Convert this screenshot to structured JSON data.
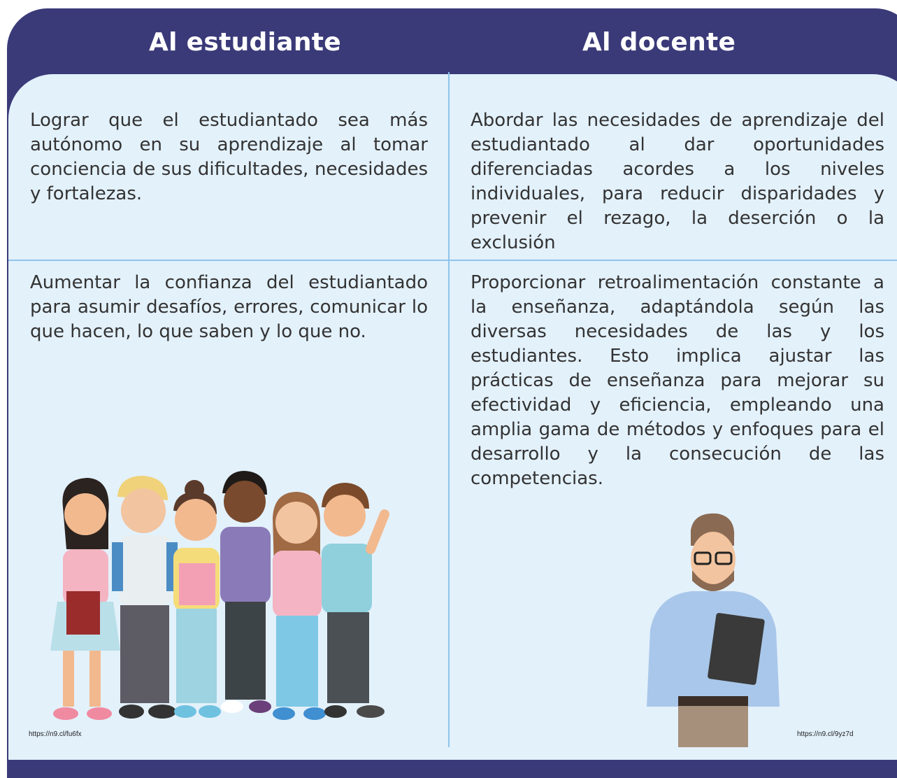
{
  "header": {
    "left_title": "Al estudiante",
    "right_title": "Al docente"
  },
  "cells": {
    "student_1": "Lograr que el estudiantado sea más autónomo en su aprendizaje al tomar conciencia de sus dificultades, necesidades y fortalezas.",
    "teacher_1": "Abordar las necesidades de aprendizaje del estudiantado al dar oportunidades diferenciadas acordes a los niveles individuales, para reducir disparidades y prevenir el rezago, la deserción o la exclusión",
    "student_2": "Aumentar la confianza del estudiantado para asumir desafíos, errores, comunicar lo que hacen, lo que saben y lo que no.",
    "teacher_2": "Proporcionar retroalimentación constante a la enseñanza, adaptándola según las diversas necesidades de las y los estudiantes. Esto implica ajustar las prácticas de enseñanza para mejorar su efectividad y eficiencia, empleando una amplia gama de métodos y enfoques para el desarrollo y la consecución de las competencias."
  },
  "sources": {
    "left": "https://n9.cl/fu6fx",
    "right": "https://n9.cl/9yz7d"
  },
  "colors": {
    "header_bg": "#3a3a79",
    "panel_bg": "#e3f1fb",
    "divider": "#8fc3ea"
  },
  "illustrations": {
    "left": "students-group-illustration",
    "right": "teacher-illustration"
  }
}
